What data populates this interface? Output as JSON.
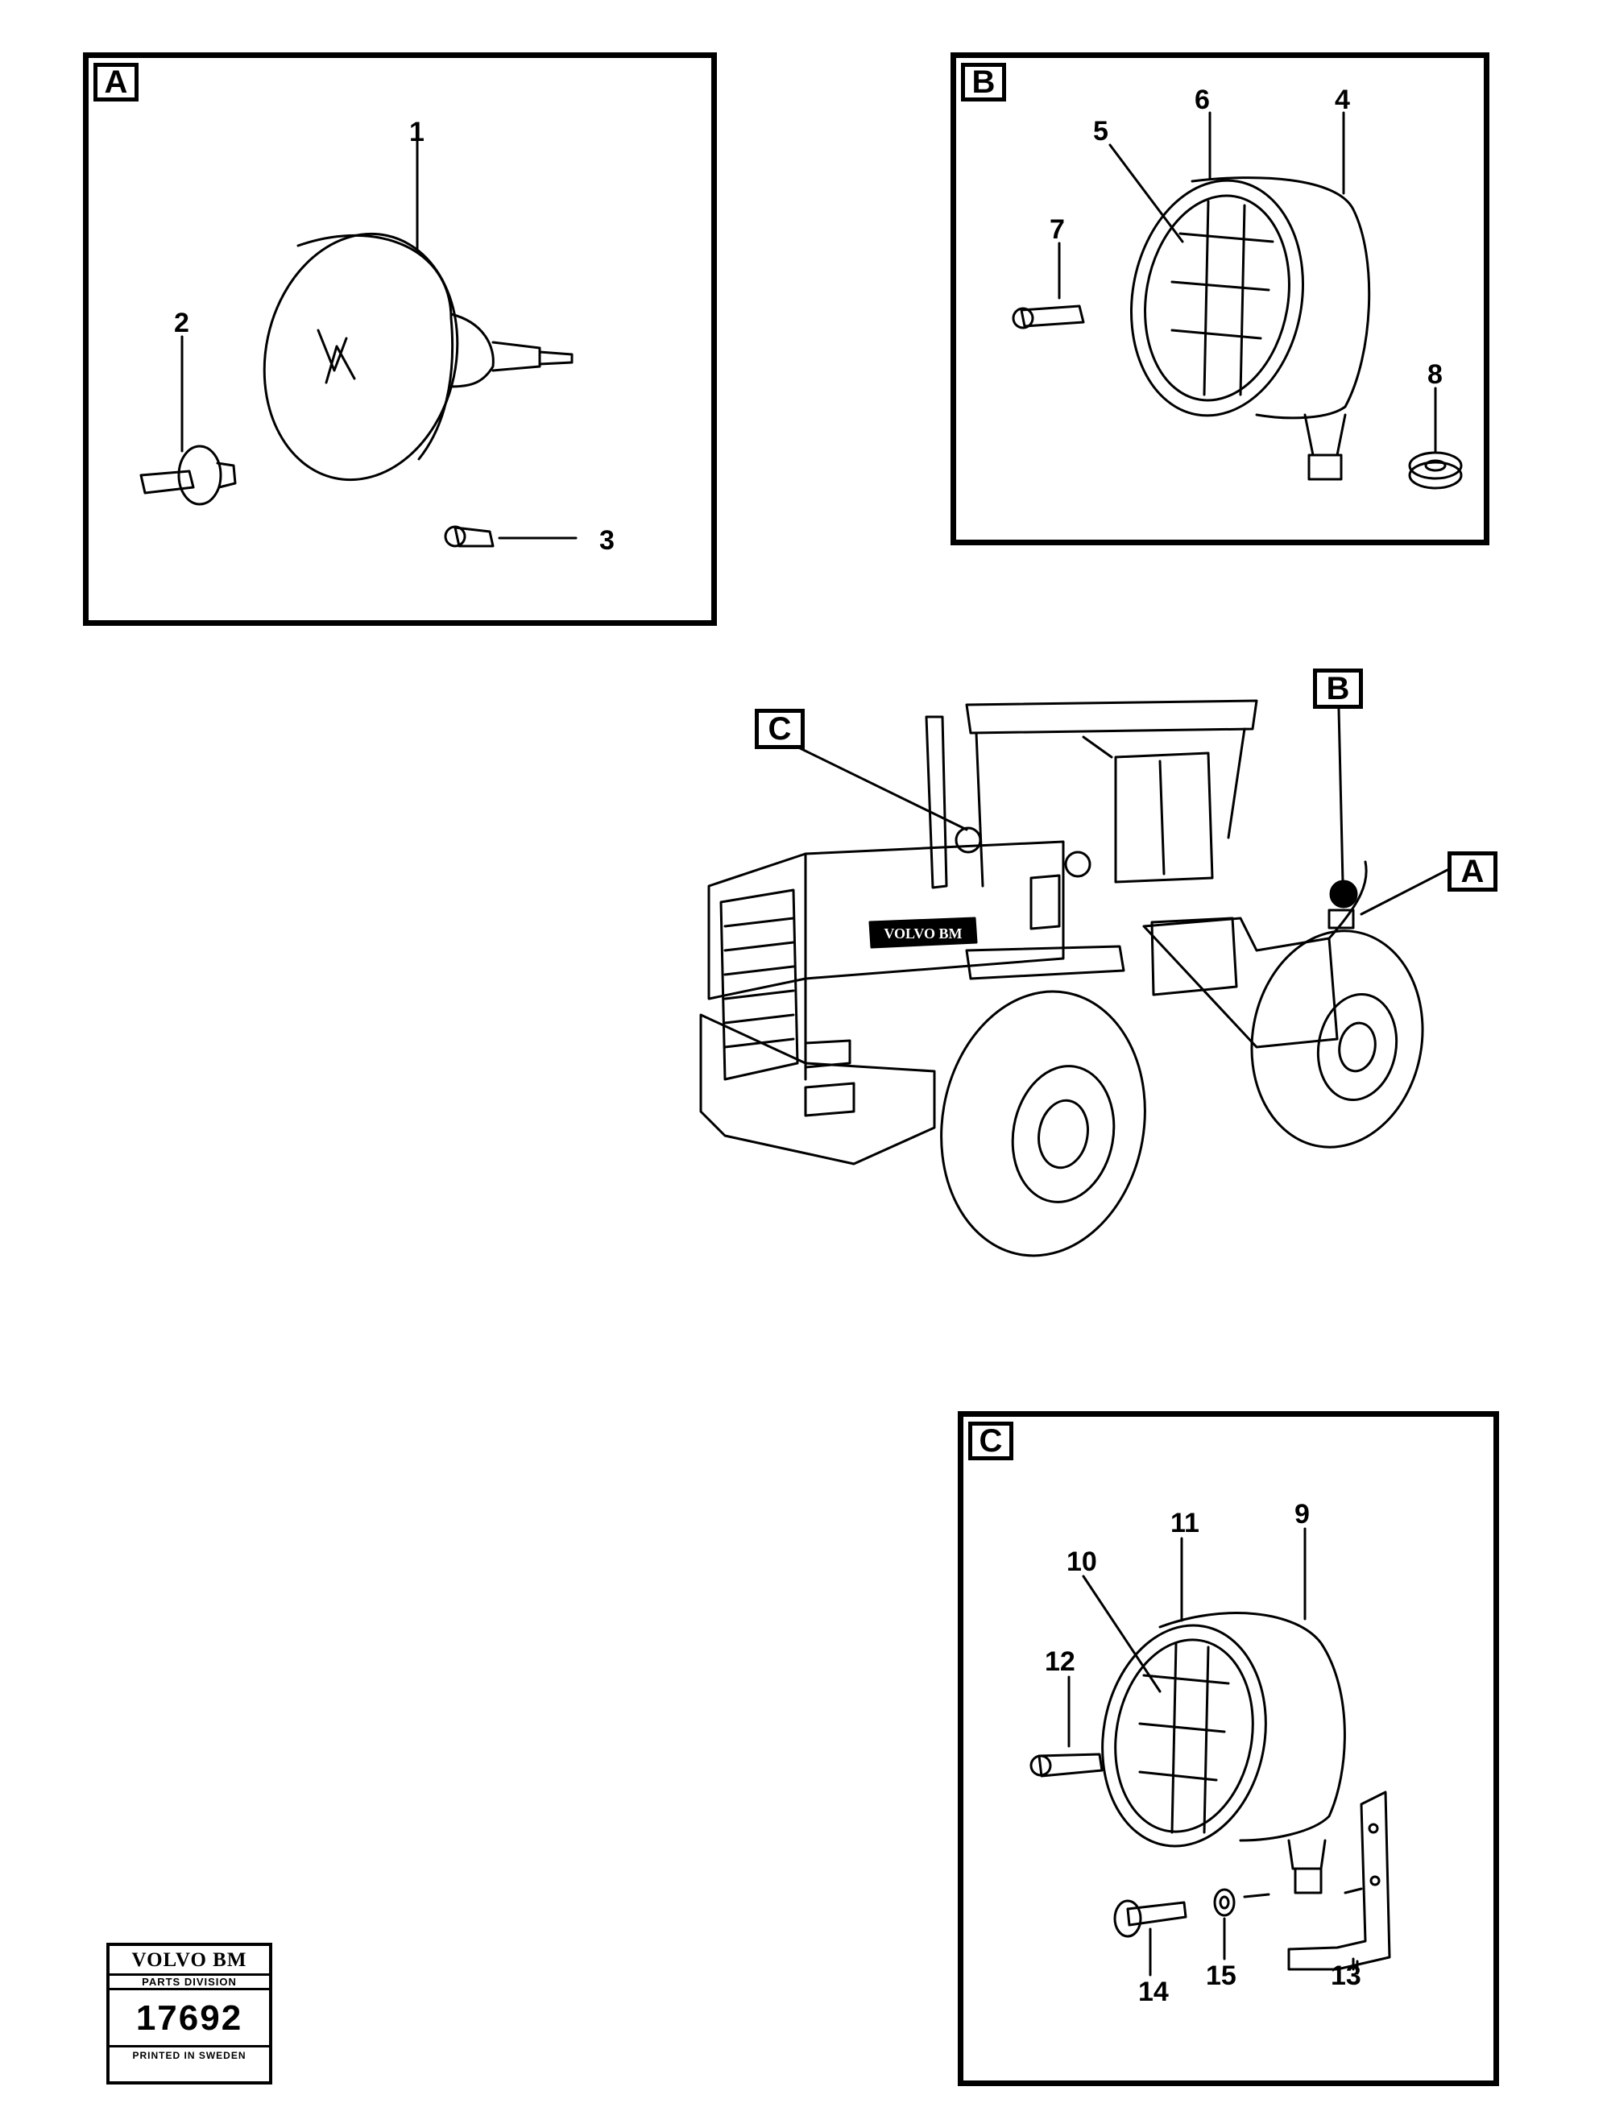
{
  "panels": {
    "a": {
      "tag": "A",
      "callouts": [
        "1",
        "2",
        "3"
      ]
    },
    "b": {
      "tag": "B",
      "callouts": [
        "6",
        "4",
        "5",
        "7",
        "8"
      ]
    },
    "c": {
      "tag": "C",
      "callouts": [
        "11",
        "9",
        "10",
        "12",
        "14",
        "15",
        "13"
      ]
    }
  },
  "machine": {
    "location_tags": [
      "C",
      "B",
      "A"
    ],
    "logo": "VOLVO BM"
  },
  "stamp": {
    "brand": "VOLVO BM",
    "division": "PARTS DIVISION",
    "number": "17692",
    "footer": "PRINTED IN SWEDEN"
  },
  "icons": {
    "panel_a": "headlight-assembly-icon",
    "panel_b": "work-lamp-icon",
    "panel_c": "work-lamp-with-bracket-icon",
    "machine": "wheel-loader-icon"
  }
}
